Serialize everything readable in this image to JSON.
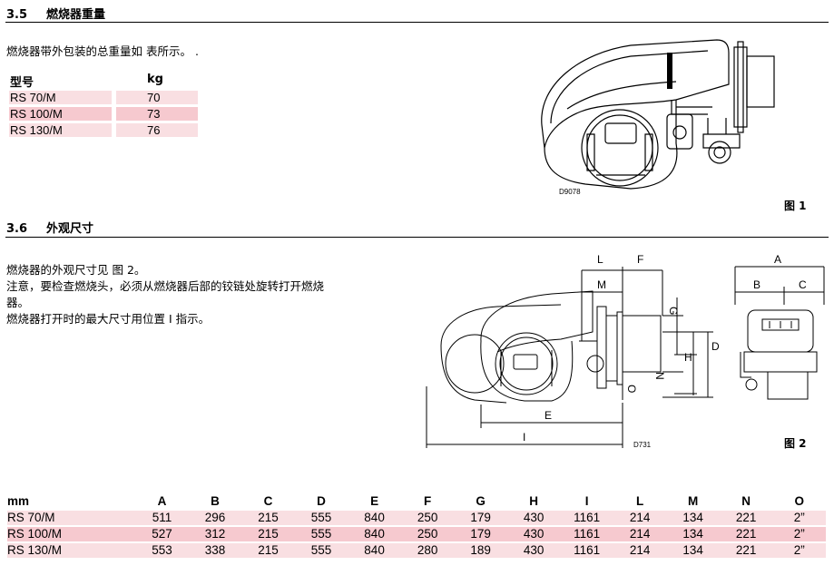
{
  "section1": {
    "number": "3.5",
    "title": "燃烧器重量",
    "text": "燃烧器带外包装的总重量如 表所示。 ."
  },
  "weights": {
    "head": {
      "model": "型号",
      "kg": "kg"
    },
    "rows": [
      {
        "model": "RS 70/M",
        "kg": "70"
      },
      {
        "model": "RS 100/M",
        "kg": "73"
      },
      {
        "model": "RS 130/M",
        "kg": "76"
      }
    ]
  },
  "figure1": {
    "code": "D9078",
    "label": "图 1"
  },
  "section2": {
    "number": "3.6",
    "title": "外观尺寸",
    "lines": [
      "燃烧器的外观尺寸见 图 2。",
      "注意，要检查燃烧头，必须从燃烧器后部的铰链处旋转打开燃烧",
      "器。",
      "燃烧器打开时的最大尺寸用位置 I 指示。"
    ]
  },
  "figure2": {
    "code": "D731",
    "label": "图 2",
    "dims": {
      "L": "L",
      "F": "F",
      "M": "M",
      "G": "G",
      "N": "N",
      "H": "H",
      "O": "O",
      "D": "D",
      "E": "E",
      "I": "I",
      "A": "A",
      "B": "B",
      "C": "C"
    }
  },
  "dim_table": {
    "header": [
      "mm",
      "A",
      "B",
      "C",
      "D",
      "E",
      "F",
      "G",
      "H",
      "I",
      "L",
      "M",
      "N",
      "O"
    ],
    "rows": [
      [
        "RS 70/M",
        "511",
        "296",
        "215",
        "555",
        "840",
        "250",
        "179",
        "430",
        "1161",
        "214",
        "134",
        "221",
        "2”"
      ],
      [
        "RS 100/M",
        "527",
        "312",
        "215",
        "555",
        "840",
        "250",
        "179",
        "430",
        "1161",
        "214",
        "134",
        "221",
        "2”"
      ],
      [
        "RS 130/M",
        "553",
        "338",
        "215",
        "555",
        "840",
        "280",
        "189",
        "430",
        "1161",
        "214",
        "134",
        "221",
        "2”"
      ]
    ]
  }
}
